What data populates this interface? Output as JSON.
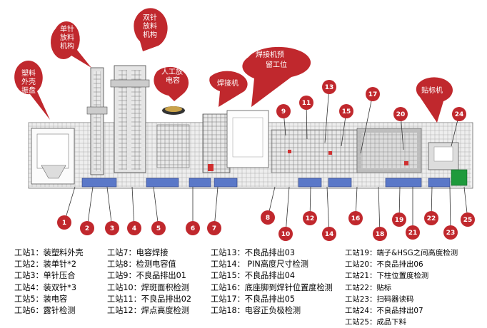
{
  "callouts": {
    "plastic_shell": [
      "塑料",
      "外壳",
      "振盘"
    ],
    "single_needle": [
      "单针",
      "放料",
      "机构"
    ],
    "double_needle": [
      "双针",
      "放料",
      "机构"
    ],
    "manual_cap": [
      "人工放",
      "电容"
    ],
    "welder": [
      "焊接机"
    ],
    "welder_reserve": [
      "焊接机预",
      "留工位"
    ],
    "labeler": [
      "贴标机"
    ]
  },
  "station_numbers": [
    "1",
    "2",
    "3",
    "4",
    "5",
    "6",
    "7",
    "8",
    "9",
    "10",
    "11",
    "12",
    "13",
    "14",
    "15",
    "16",
    "17",
    "18",
    "19",
    "20",
    "21",
    "22",
    "23",
    "24",
    "25"
  ],
  "legend": {
    "col1": [
      "工站1：装塑料外壳",
      "工站2：装单针*2",
      "工站3：单针压合",
      "工站4：装双针*3",
      "工站5：装电容",
      "工站6：露针检测"
    ],
    "col2": [
      "工站7：电容焊接",
      "工站8：检测电容值",
      "工站9：不良品排出01",
      "工站10：焊斑面积检测",
      "工站11：不良品排出02",
      "工站12：焊点高度检测"
    ],
    "col3": [
      "工站13：不良品排出03",
      "工站14：  PIN高度尺寸检测",
      "工站15：不良品排出04",
      "工站16：底座脚到焊针位置度检测",
      "工站17：不良品排出05",
      "工站18：电容正负极检测"
    ],
    "col4": [
      "工站19：端子&HSG之间高度检测",
      "工站20：不良品排出06",
      "工站21：下柱位置度检测",
      "工站22：贴标",
      "工站23：扫码器读码",
      "工站24：不良品排出07",
      "工站25：成品下料"
    ]
  },
  "colors": {
    "callout_red": "#c0282d",
    "machine_blue": "#5a78c8",
    "machine_gray": "#9a9a9a",
    "conveyor_green": "#1e9a3c"
  }
}
